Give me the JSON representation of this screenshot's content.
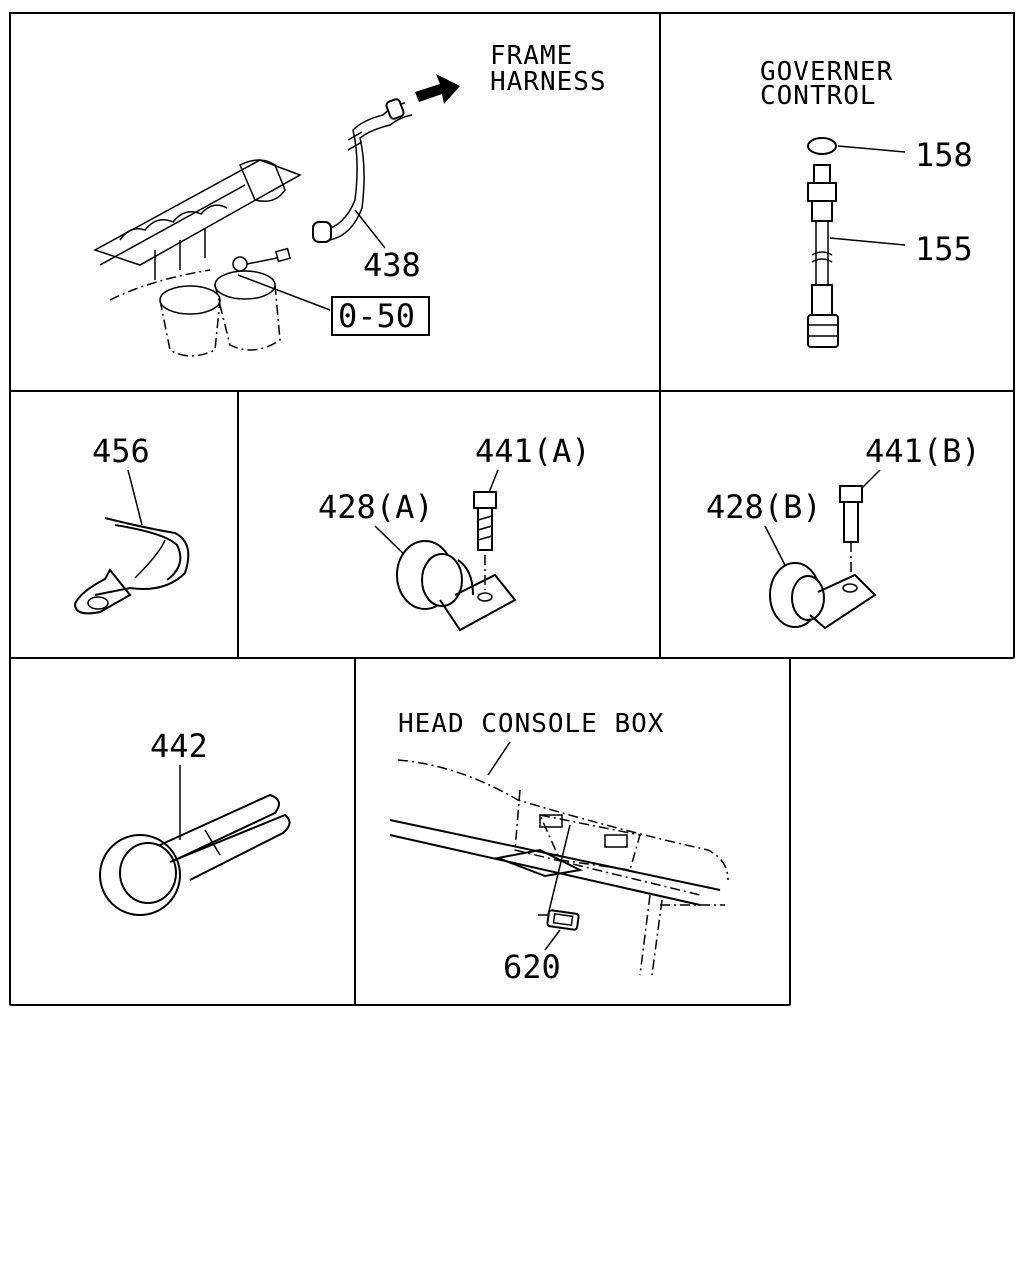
{
  "panels": {
    "frame": {
      "caption_line1": "FRAME",
      "caption_line2": "HARNESS",
      "part_438": "438",
      "ref_box": "0-50"
    },
    "governor": {
      "caption_line1": "GOVERNER",
      "caption_line2": "CONTROL",
      "part_158": "158",
      "part_155": "155"
    },
    "clip456": {
      "part": "456"
    },
    "clampA": {
      "clamp": "428(A)",
      "bolt": "441(A)"
    },
    "clampB": {
      "clamp": "428(B)",
      "bolt": "441(B)"
    },
    "clamp442": {
      "part": "442"
    },
    "console": {
      "caption": "HEAD CONSOLE BOX",
      "part_620": "620"
    }
  }
}
